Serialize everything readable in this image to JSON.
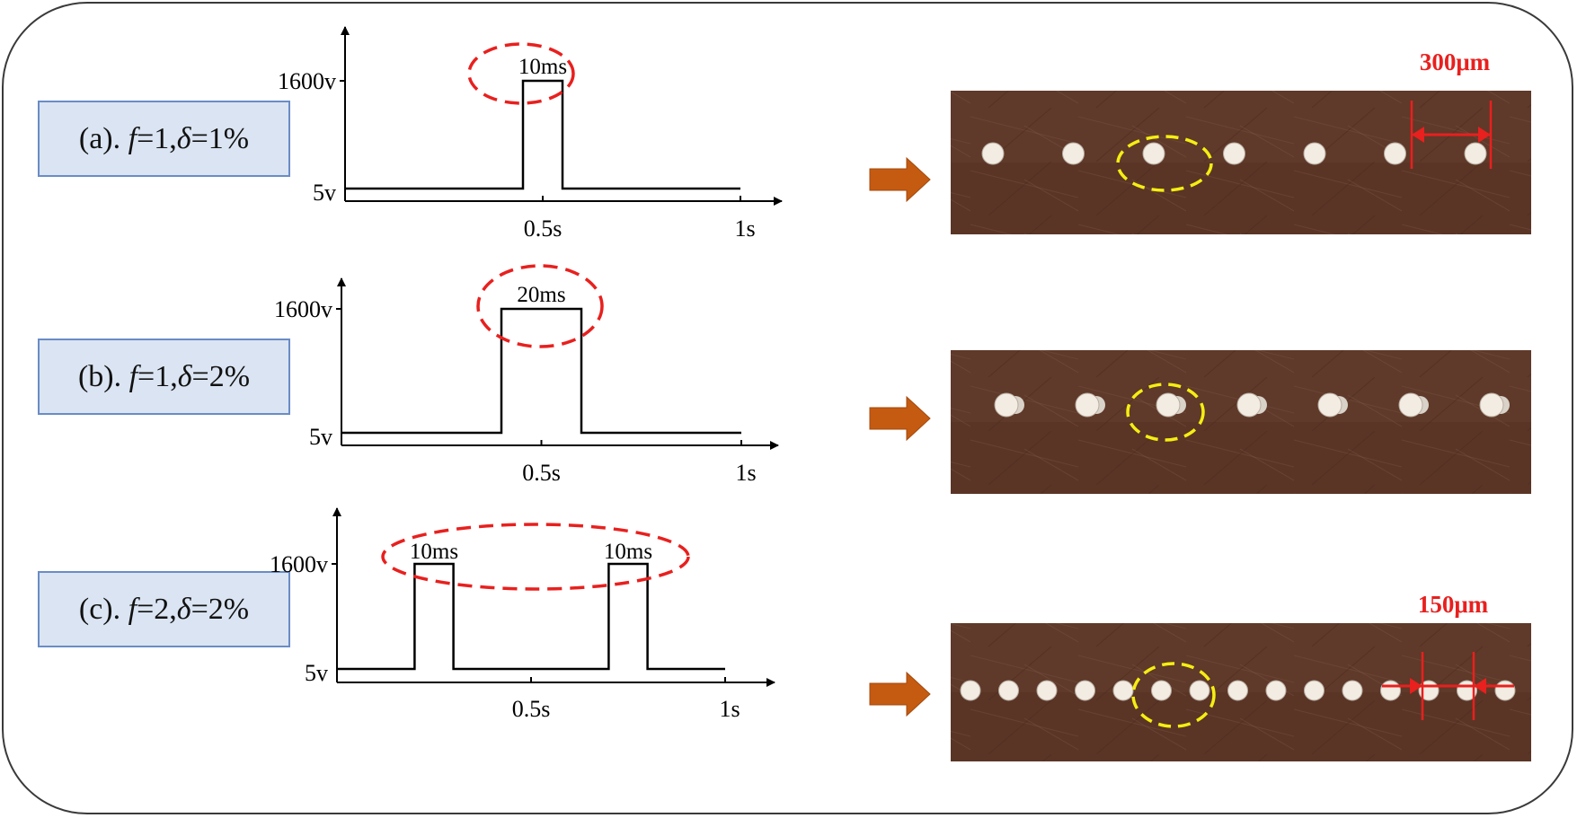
{
  "panels": [
    {
      "label": {
        "prefix": "(a). ",
        "f_sym": "f",
        "f_val": "=1,",
        "d_sym": "δ",
        "d_val": "=1%"
      },
      "y_high_label": "1600v",
      "y_low_label": "5v",
      "x_tick_labels": [
        "0.5s",
        "1s"
      ],
      "pulse_width_labels": [
        "10ms"
      ],
      "scale_label": "300μm",
      "chart_data": {
        "type": "line",
        "title": "",
        "xlabel": "",
        "ylabel": "",
        "x": [
          0,
          0.45,
          0.45,
          0.55,
          0.55,
          1.0
        ],
        "y": [
          5,
          5,
          1600,
          1600,
          5,
          5
        ],
        "xlim": [
          0,
          1.1
        ],
        "x_ticks": [
          0.5,
          1.0
        ],
        "y_ticks": [
          5,
          1600
        ],
        "pulse_width_ms": 10,
        "frequency_hz": 1,
        "duty_cycle_percent": 1
      }
    },
    {
      "label": {
        "prefix": "(b). ",
        "f_sym": "f",
        "f_val": "=1,",
        "d_sym": "δ",
        "d_val": "=2%"
      },
      "y_high_label": "1600v",
      "y_low_label": "5v",
      "x_tick_labels": [
        "0.5s",
        "1s"
      ],
      "pulse_width_labels": [
        "20ms"
      ],
      "scale_label": "",
      "chart_data": {
        "type": "line",
        "title": "",
        "xlabel": "",
        "ylabel": "",
        "x": [
          0,
          0.4,
          0.4,
          0.6,
          0.6,
          1.0
        ],
        "y": [
          5,
          5,
          1600,
          1600,
          5,
          5
        ],
        "xlim": [
          0,
          1.1
        ],
        "x_ticks": [
          0.5,
          1.0
        ],
        "y_ticks": [
          5,
          1600
        ],
        "pulse_width_ms": 20,
        "frequency_hz": 1,
        "duty_cycle_percent": 2
      }
    },
    {
      "label": {
        "prefix": "(c). ",
        "f_sym": "f",
        "f_val": "=2,",
        "d_sym": "δ",
        "d_val": "=2%"
      },
      "y_high_label": "1600v",
      "y_low_label": "5v",
      "x_tick_labels": [
        "0.5s",
        "1s"
      ],
      "pulse_width_labels": [
        "10ms",
        "10ms"
      ],
      "scale_label": "150μm",
      "chart_data": {
        "type": "line",
        "title": "",
        "xlabel": "",
        "ylabel": "",
        "x": [
          0,
          0.2,
          0.2,
          0.3,
          0.3,
          0.7,
          0.7,
          0.8,
          0.8,
          1.0
        ],
        "y": [
          5,
          5,
          1600,
          1600,
          5,
          5,
          1600,
          1600,
          5,
          5
        ],
        "xlim": [
          0,
          1.1
        ],
        "x_ticks": [
          0.5,
          1.0
        ],
        "y_ticks": [
          5,
          1600
        ],
        "pulse_width_ms": 10,
        "frequency_hz": 2,
        "duty_cycle_percent": 2
      }
    }
  ],
  "colors": {
    "highlight_red": "#e8201e",
    "highlight_yellow": "#f5ee12",
    "arrow": "#c55a11",
    "label_bg": "#dae4f2",
    "label_border": "#6a8cc6",
    "copper": "#5a3526",
    "dot": "#f2ece3",
    "frame": "#3a3a3a"
  }
}
